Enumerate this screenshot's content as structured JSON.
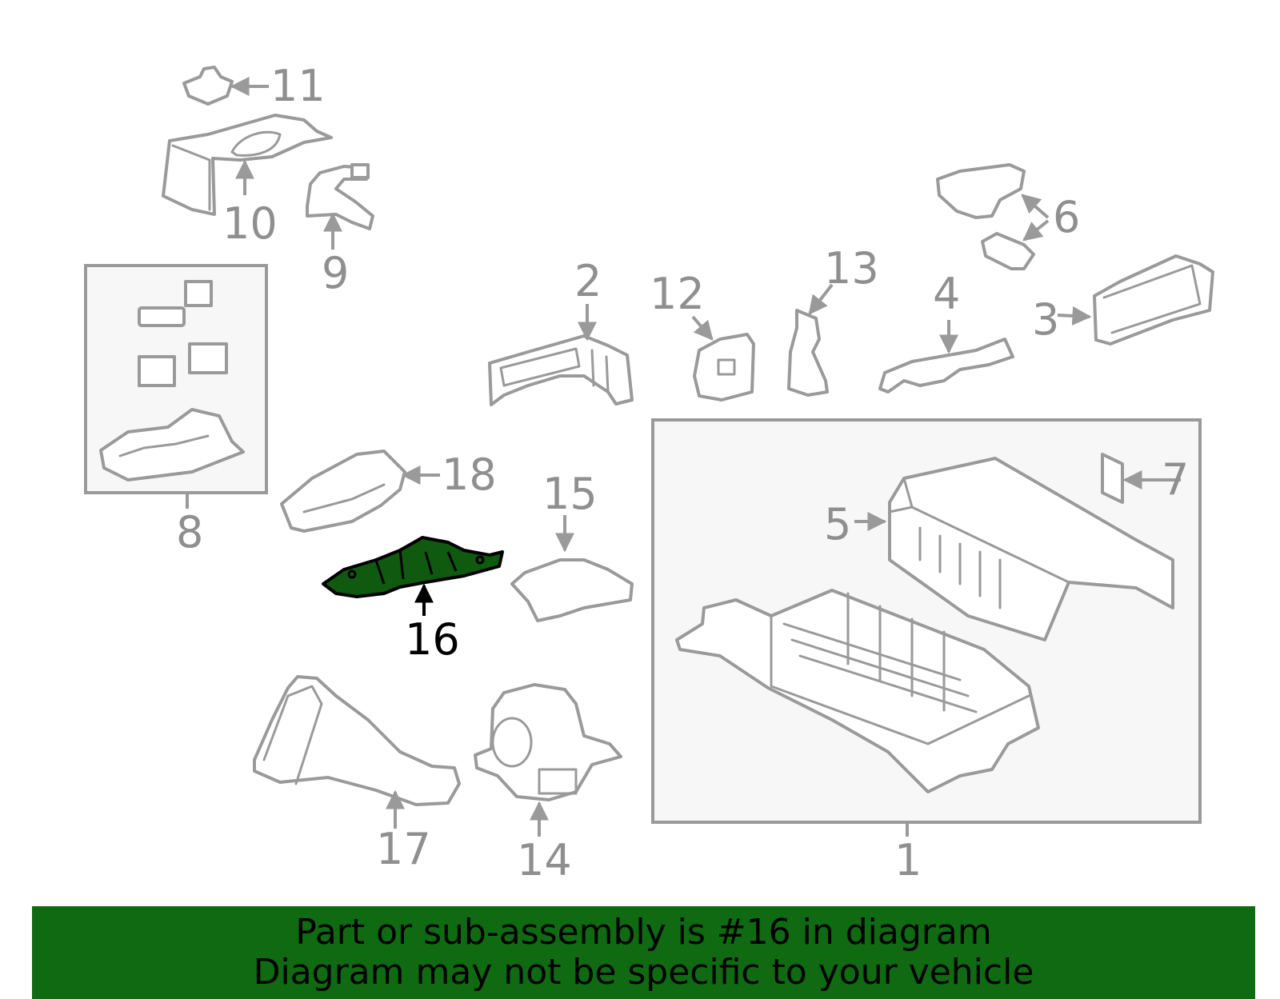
{
  "callouts": {
    "c1": "1",
    "c2": "2",
    "c3": "3",
    "c4": "4",
    "c5": "5",
    "c6": "6",
    "c7": "7",
    "c8": "8",
    "c9": "9",
    "c10": "10",
    "c11": "11",
    "c12": "12",
    "c13": "13",
    "c14": "14",
    "c15": "15",
    "c16": "16",
    "c17": "17",
    "c18": "18"
  },
  "highlighted_part": "16",
  "banner": {
    "line1": "Part or sub-assembly is #16 in diagram",
    "line2": "Diagram may not be specific to your vehicle"
  },
  "colors": {
    "highlight_fill": "#0f5a0f",
    "banner_background": "#0f6a12",
    "part_stroke": "#9a9a9a",
    "text": "#000000"
  }
}
